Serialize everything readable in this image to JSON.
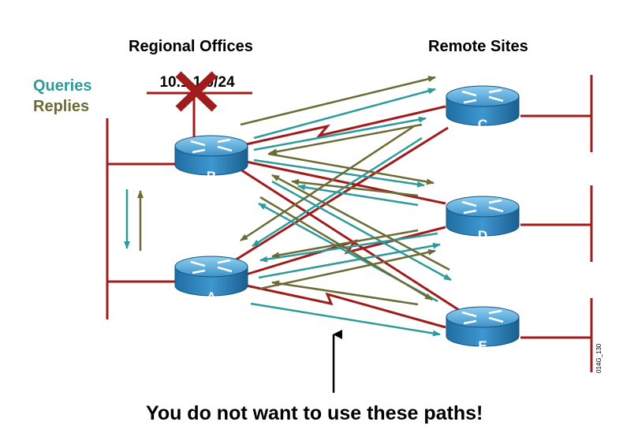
{
  "headings": {
    "regional": "Regional Offices",
    "remote": "Remote Sites"
  },
  "legend": {
    "queries": "Queries",
    "replies": "Replies"
  },
  "network_label": "10.1.1.0/24",
  "routers": {
    "A": "A",
    "B": "B",
    "C": "C",
    "D": "D",
    "E": "E"
  },
  "caption": "You do not want to use these paths!",
  "figure_code": "014G_130",
  "colors": {
    "link": "#a01c1c",
    "queries": "#2e9b9b",
    "replies": "#6b6b35",
    "router_top": "#4fa6d6",
    "router_side": "#1a6fa8",
    "failure_x": "#a01c1c"
  }
}
